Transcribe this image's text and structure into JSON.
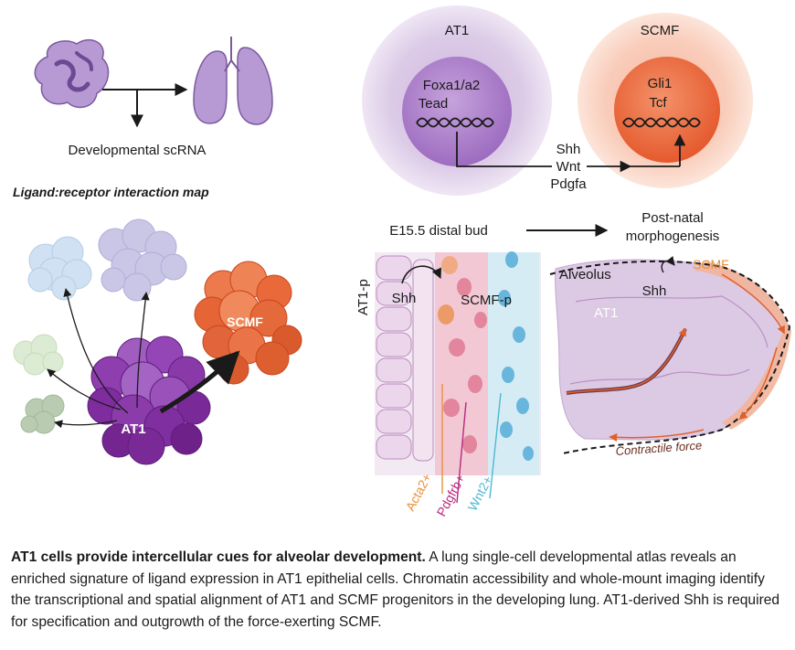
{
  "left_panel": {
    "scrna_label": "Developmental scRNA",
    "map_title": "Ligand:receptor interaction map",
    "at1_cluster_label": "AT1",
    "scmf_cluster_label": "SCMF"
  },
  "cells": {
    "at1_title": "AT1",
    "at1_tf_1": "Foxa1/a2",
    "at1_tf_2": "Tead",
    "scmf_title": "SCMF",
    "scmf_tf_1": "Gli1",
    "scmf_tf_2": "Tcf",
    "ligand_1": "Shh",
    "ligand_2": "Wnt",
    "ligand_3": "Pdgfa"
  },
  "tissue": {
    "stage_from": "E15.5 distal bud",
    "stage_to_1": "Post-natal",
    "stage_to_2": "morphogenesis",
    "at1p_label": "AT1-p",
    "shh_label": "Shh",
    "scmfp_label": "SCMF-p",
    "marker_acta2": "Acta2+",
    "marker_pdgfrb": "Pdgfrb+",
    "marker_wnt2": "Wnt2+",
    "marker_colors": {
      "acta2": "#e8913a",
      "pdgfrb": "#b9287e",
      "wnt2": "#4fb7d4"
    },
    "alveolus_label": "Alveolus",
    "scmf_label": "SCMF",
    "shh_label_2": "Shh",
    "at1_label": "AT1",
    "force_label": "Contractile force"
  },
  "caption": {
    "bold": "AT1 cells provide intercellular cues for alveolar development.",
    "body": " A lung single-cell developmental atlas reveals an enriched signature of ligand expression in AT1 epithelial cells. Chromatin accessibility and whole-mount imaging identify the transcriptional and spatial alignment of AT1 and SCMF progenitors in the developing lung. AT1-derived Shh is required for specification and outgrowth of the force-exerting SCMF."
  },
  "colors": {
    "at1_purple": "#8b3aa8",
    "scmf_orange": "#e9693a",
    "lung_lilac": "#b8a0d4"
  }
}
